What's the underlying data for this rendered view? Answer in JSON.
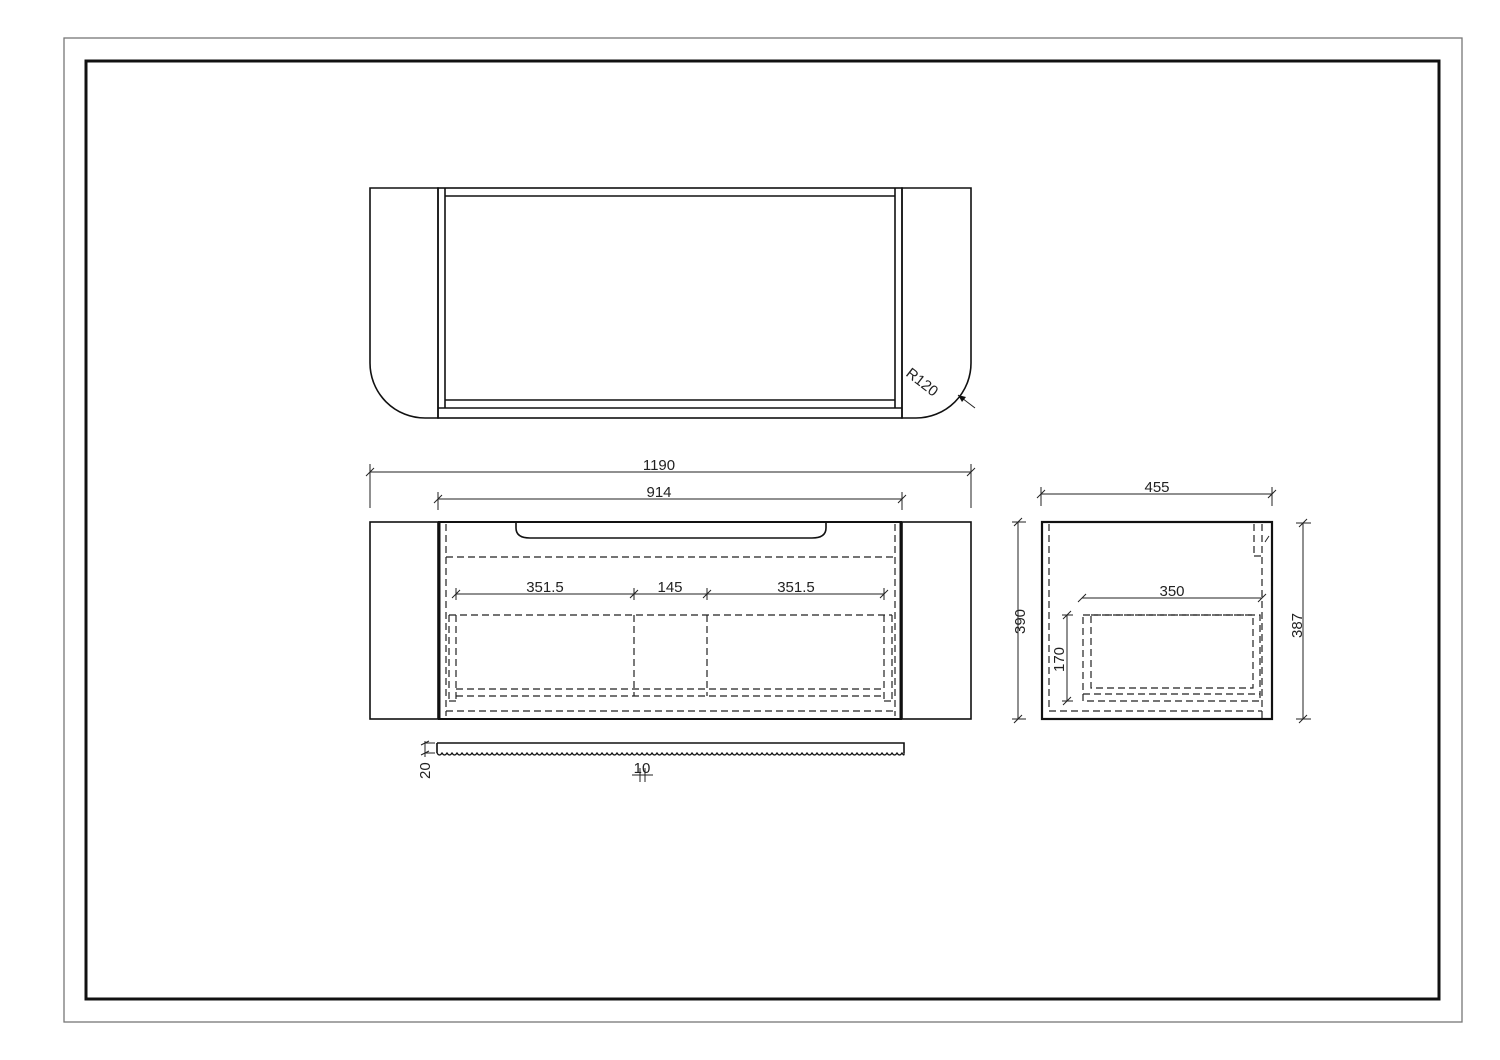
{
  "sheet": {
    "outer_frame_color": "#777777",
    "inner_frame_color": "#111111"
  },
  "top_view": {
    "radius_label": "R120"
  },
  "front_view": {
    "overall_width": "1190",
    "inner_width": "914",
    "drawer_left_width": "351.5",
    "drawer_gap_width": "145",
    "drawer_right_width": "351.5"
  },
  "panel_detail": {
    "thickness": "20",
    "groove_pitch": "10"
  },
  "side_view": {
    "depth": "455",
    "height_left": "390",
    "height_right": "387",
    "drawer_depth": "350",
    "drawer_height": "170"
  }
}
